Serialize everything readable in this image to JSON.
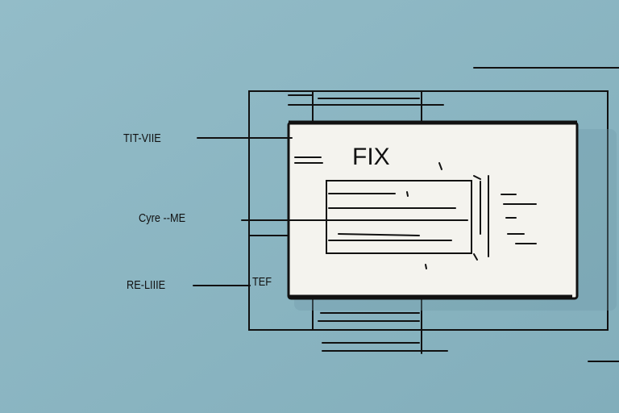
{
  "labels": {
    "top": "TIT-VIIE",
    "middle": "Cyre --ME",
    "bottom": "RE-LIIIE",
    "bottom_tag": "TEF"
  },
  "card": {
    "title": "FIX"
  },
  "colors": {
    "background": "#8fb8c4",
    "card": "#f4f3ee",
    "ink": "#111111"
  }
}
